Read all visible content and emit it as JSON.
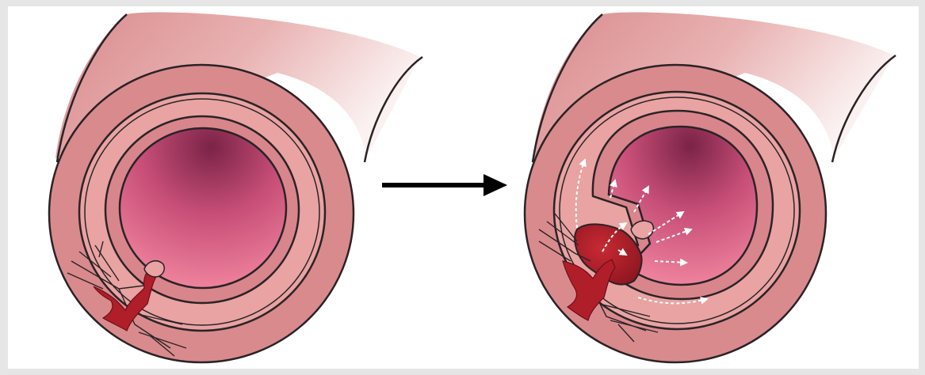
{
  "figure": {
    "panels": [
      {
        "name": "normal-vessel",
        "state": "intact"
      },
      {
        "name": "dissected-vessel",
        "state": "intramural-hematoma-with-lumen-compression"
      }
    ],
    "transition": "arrow-right"
  },
  "colors": {
    "background": "#e6e6e6",
    "outer_wall": "#d98a8d",
    "media_layer": "#e8a3a2",
    "intima_layer": "#d9858c",
    "lumen_dark": "#7b2347",
    "lumen_light": "#f48aa2",
    "hematoma": "#b01e2a",
    "outline": "#2a2326",
    "arrow": "#000000"
  },
  "icons": {
    "transition_arrow": "right-arrow-icon",
    "blood_flow_arrows": "dashed-white-arrow-icon"
  }
}
